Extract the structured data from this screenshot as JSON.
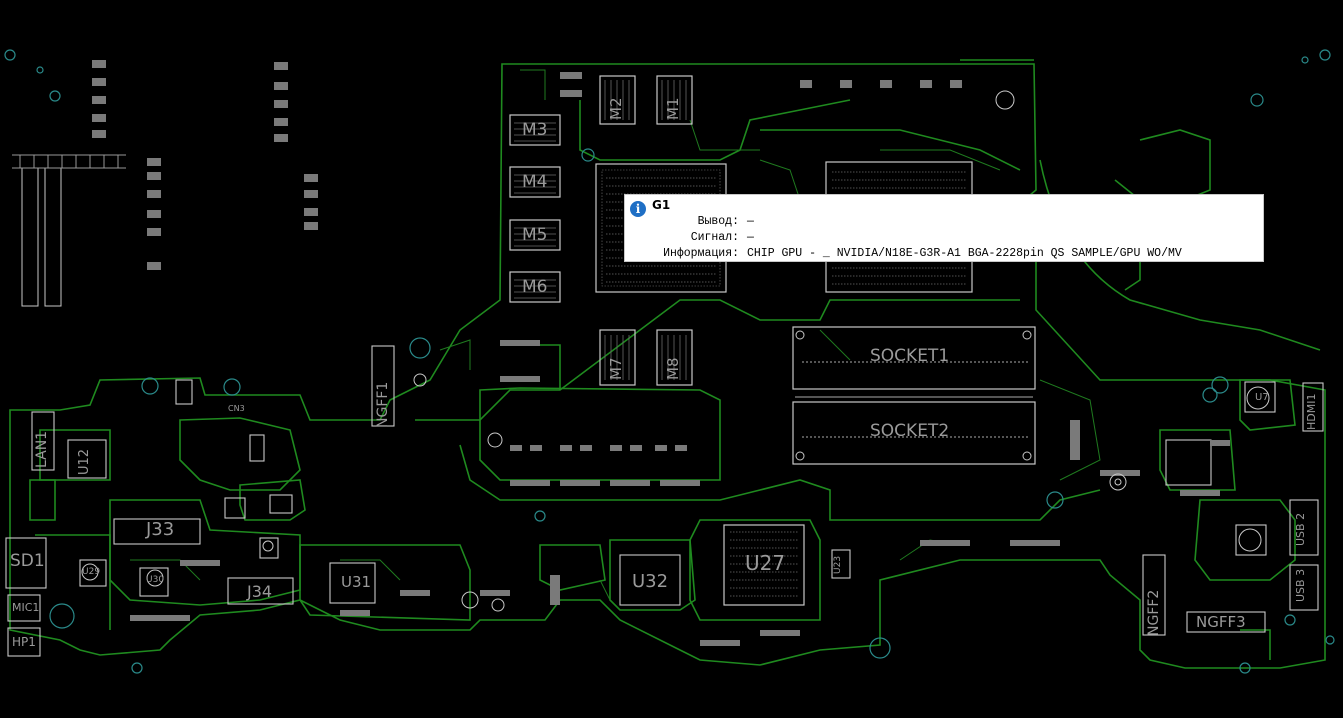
{
  "board": {
    "labels": [
      {
        "id": "M3",
        "text": "M3"
      },
      {
        "id": "M4",
        "text": "M4"
      },
      {
        "id": "M5",
        "text": "M5"
      },
      {
        "id": "M6",
        "text": "M6"
      },
      {
        "id": "M2",
        "text": "M2"
      },
      {
        "id": "M1",
        "text": "M1"
      },
      {
        "id": "M7",
        "text": "M7"
      },
      {
        "id": "M8",
        "text": "M8"
      },
      {
        "id": "SOCKET1",
        "text": "SOCKET1"
      },
      {
        "id": "SOCKET2",
        "text": "SOCKET2"
      },
      {
        "id": "U27",
        "text": "U27"
      },
      {
        "id": "U32",
        "text": "U32"
      },
      {
        "id": "U31",
        "text": "U31"
      },
      {
        "id": "U12",
        "text": "U12"
      },
      {
        "id": "J33",
        "text": "J33"
      },
      {
        "id": "J34",
        "text": "J34"
      },
      {
        "id": "SD1",
        "text": "SD1"
      },
      {
        "id": "LAN1",
        "text": "LAN1"
      },
      {
        "id": "NGFF1",
        "text": "NGFF1"
      },
      {
        "id": "NGFF2",
        "text": "NGFF2"
      },
      {
        "id": "NGFF3",
        "text": "NGFF3"
      },
      {
        "id": "HDMI1",
        "text": "HDMI1"
      },
      {
        "id": "USB2",
        "text": "USB 2"
      },
      {
        "id": "USB3",
        "text": "USB 3"
      },
      {
        "id": "MIC1",
        "text": "MIC1"
      },
      {
        "id": "HP1",
        "text": "HP1"
      },
      {
        "id": "U29",
        "text": "U29"
      },
      {
        "id": "U30",
        "text": "U30"
      },
      {
        "id": "U23",
        "text": "U23"
      },
      {
        "id": "U7",
        "text": "U7"
      },
      {
        "id": "CN3",
        "text": "CN3"
      }
    ]
  },
  "tooltip": {
    "title": "G1",
    "icon": "info-icon",
    "rows": [
      {
        "key": "Вывод:",
        "value": "—"
      },
      {
        "key": "Сигнал:",
        "value": "—"
      },
      {
        "key": "Информация:",
        "value": "CHIP GPU - _ NVIDIA/N18E-G3R-A1  BGA-2228pin QS SAMPLE/GPU WO/MV"
      }
    ]
  },
  "colors": {
    "background": "#000000",
    "trace": "#1f8a1f",
    "outline": "#c8c8c8",
    "label": "#9a9a9a",
    "hole": "#2a8a8a"
  }
}
